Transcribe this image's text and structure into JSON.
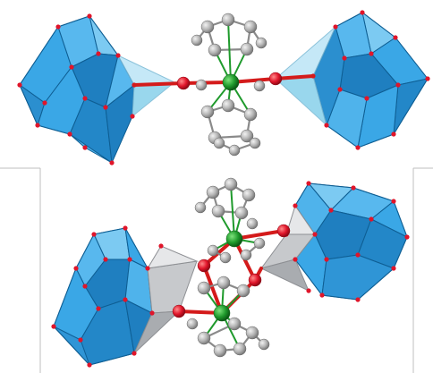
{
  "figure": {
    "panels": [
      {
        "id": "top",
        "structure": "polyoxometalate-ferrocene-dimer-linear"
      },
      {
        "id": "bottom",
        "structure": "polyoxometalate-ferrocene-dimer-bridged"
      }
    ]
  },
  "colors": {
    "polyhedron_face": "#3aa7e6",
    "polyhedron_dark": "#1f7fc0",
    "polyhedron_light": "#7ccaf2",
    "edge": "#0e5e93",
    "oxygen": "#e0152a",
    "metal": "#1f9a2c",
    "carbon": "#a8a8a8",
    "bond": "#d41b1b",
    "grey_polyhedron": "#c7c9cc",
    "panel_line": "#bfbfbf"
  }
}
